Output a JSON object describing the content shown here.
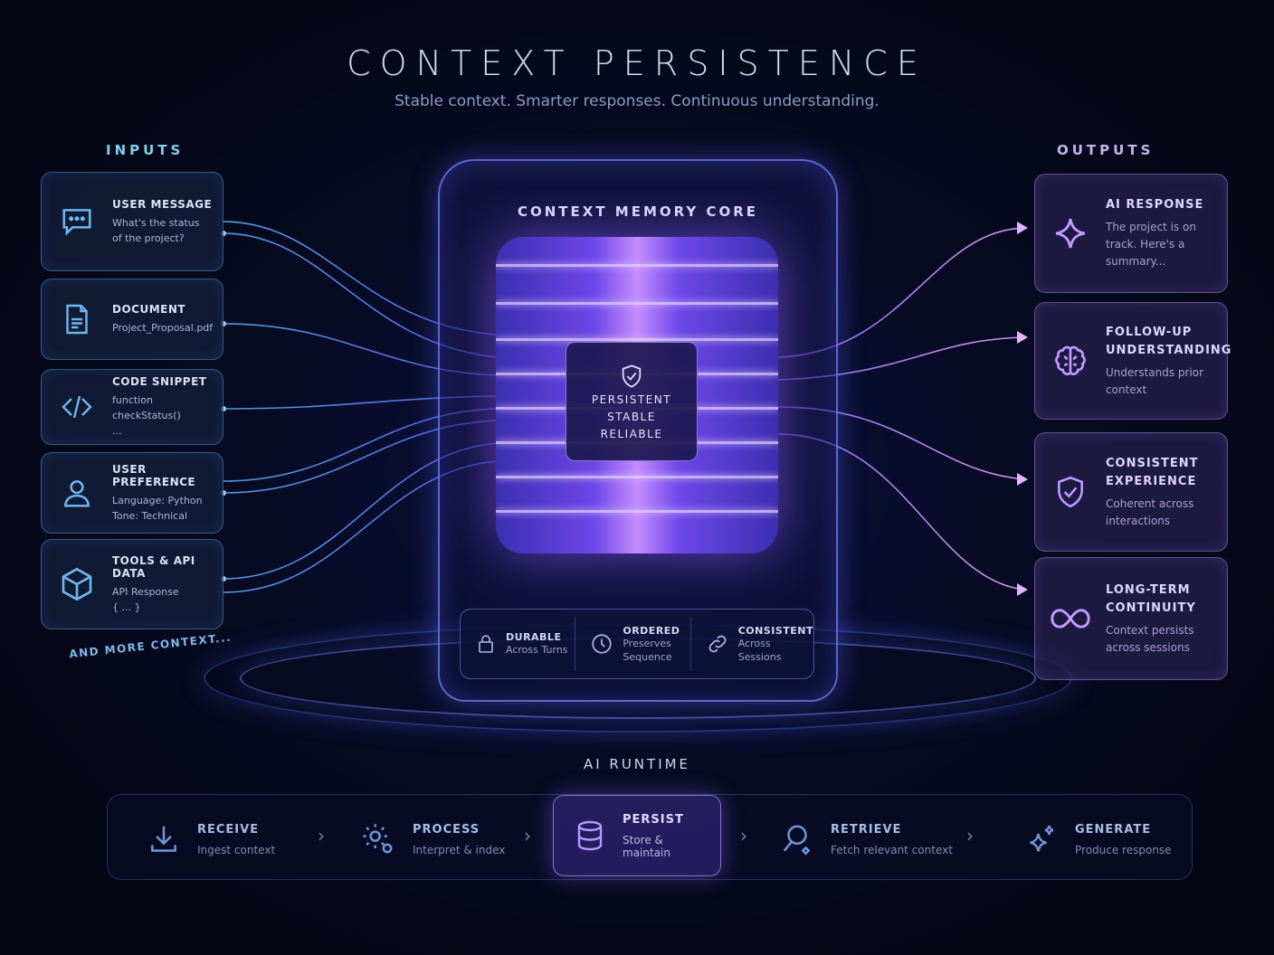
{
  "header": {
    "title": "CONTEXT PERSISTENCE",
    "subtitle": "Stable context. Smarter responses. Continuous understanding."
  },
  "inputs": {
    "label": "INPUTS",
    "items": [
      {
        "icon": "chat-bubble-icon",
        "title": "USER MESSAGE",
        "line1": "What's the status",
        "line2": "of the project?"
      },
      {
        "icon": "document-icon",
        "title": "DOCUMENT",
        "line1": "Project_Proposal.pdf",
        "line2": ""
      },
      {
        "icon": "code-icon",
        "title": "CODE SNIPPET",
        "line1": "function checkStatus()",
        "line2": "..."
      },
      {
        "icon": "user-icon",
        "title": "USER PREFERENCE",
        "line1": "Language: Python",
        "line2": "Tone: Technical"
      },
      {
        "icon": "cube-icon",
        "title": "TOOLS & API DATA",
        "line1": "API Response",
        "line2": "{ ... }"
      }
    ],
    "more": "AND MORE CONTEXT..."
  },
  "core": {
    "title": "CONTEXT MEMORY CORE",
    "badge_icon": "shield-check-icon",
    "badge_words": [
      "PERSISTENT",
      "STABLE",
      "RELIABLE"
    ],
    "properties": [
      {
        "icon": "lock-icon",
        "title": "DURABLE",
        "line1": "Across Turns",
        "line2": ""
      },
      {
        "icon": "clock-icon",
        "title": "ORDERED",
        "line1": "Preserves",
        "line2": "Sequence"
      },
      {
        "icon": "link-icon",
        "title": "CONSISTENT",
        "line1": "Across",
        "line2": "Sessions"
      }
    ]
  },
  "outputs": {
    "label": "OUTPUTS",
    "items": [
      {
        "icon": "sparkle-icon",
        "title1": "AI RESPONSE",
        "title2": "",
        "line1": "The project is on",
        "line2": "track. Here's a",
        "line3": "summary..."
      },
      {
        "icon": "brain-icon",
        "title1": "FOLLOW-UP",
        "title2": "UNDERSTANDING",
        "line1": "Understands prior",
        "line2": "context",
        "line3": ""
      },
      {
        "icon": "shield-check-icon",
        "title1": "CONSISTENT",
        "title2": "EXPERIENCE",
        "line1": "Coherent across",
        "line2": "interactions",
        "line3": ""
      },
      {
        "icon": "infinity-icon",
        "title1": "LONG-TERM",
        "title2": "CONTINUITY",
        "line1": "Context persists",
        "line2": "across sessions",
        "line3": ""
      }
    ]
  },
  "runtime": {
    "label": "AI RUNTIME",
    "steps": [
      {
        "icon": "download-icon",
        "title": "RECEIVE",
        "desc": "Ingest context"
      },
      {
        "icon": "gear-icon",
        "title": "PROCESS",
        "desc": "Interpret & index"
      },
      {
        "icon": "database-icon",
        "title": "PERSIST",
        "desc": "Store & maintain",
        "active": true
      },
      {
        "icon": "search-icon",
        "title": "RETRIEVE",
        "desc": "Fetch relevant context"
      },
      {
        "icon": "sparkles-icon",
        "title": "GENERATE",
        "desc": "Produce response"
      }
    ]
  },
  "colors": {
    "input_accent": "#6fb6f0",
    "output_accent": "#c49bff",
    "core_glow": "#8a5cff",
    "background": "#05071a"
  }
}
